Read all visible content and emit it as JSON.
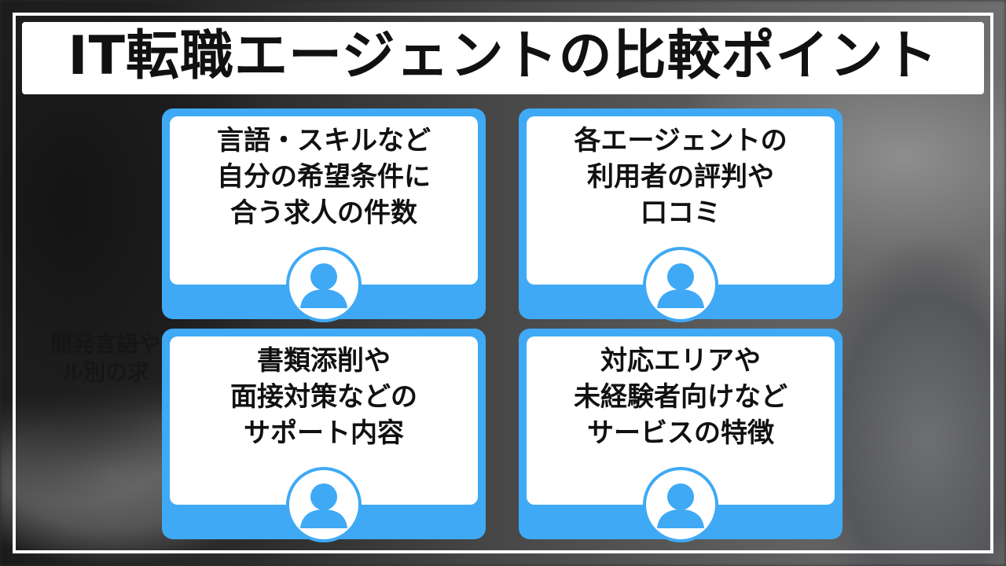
{
  "title": "IT転職エージェントの比較ポイント",
  "background_text": "開発言語や\nル別の求",
  "cards": [
    {
      "lines": [
        "言語・スキルなど",
        "自分の希望条件に",
        "合う求人の件数"
      ],
      "icon": "user-icon"
    },
    {
      "lines": [
        "各エージェントの",
        "利用者の評判や",
        "口コミ"
      ],
      "icon": "user-icon"
    },
    {
      "lines": [
        "書類添削や",
        "面接対策などの",
        "サポート内容"
      ],
      "icon": "user-icon"
    },
    {
      "lines": [
        "対応エリアや",
        "未経験者向けなど",
        "サービスの特徴"
      ],
      "icon": "user-icon"
    }
  ],
  "colors": {
    "accent": "#3fa9f5",
    "card_bg": "#ffffff",
    "text": "#111111"
  }
}
